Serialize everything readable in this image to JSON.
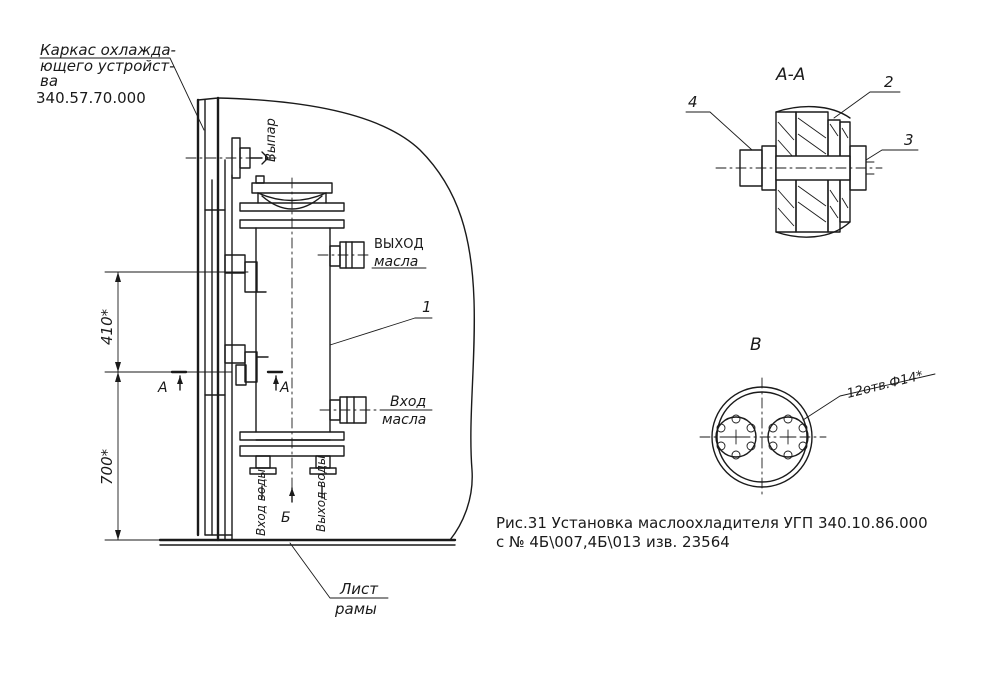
{
  "labels": {
    "frame_line1": "Каркас охлажда-",
    "frame_line2": "ющего устройст-",
    "frame_line3": "ва",
    "frame_code": "340.57.70.000",
    "steam": "Выпар",
    "oil_out_1": "ВЫХОД",
    "oil_out_2": "масла",
    "oil_in_1": "Вход",
    "oil_in_2": "масла",
    "water_in": "Вход воды",
    "water_out": "Выход воды",
    "dim_410": "410*",
    "dim_700": "700*",
    "section_a_left": "А",
    "section_a_right": "А",
    "view_b_marker": "Б",
    "item_1": "1",
    "frame_sheet_1": "Лист",
    "frame_sheet_2": "рамы",
    "section_title": "А-А",
    "callout_2": "2",
    "callout_3": "3",
    "callout_4": "4",
    "view_b_title": "В",
    "holes_note": "12отв.Ф14*"
  },
  "caption": {
    "line1": "Рис.31 Установка маслоохладителя УГП 340.10.86.000",
    "line2": "с № 4Б\\007,4Б\\013  изв. 23564"
  }
}
